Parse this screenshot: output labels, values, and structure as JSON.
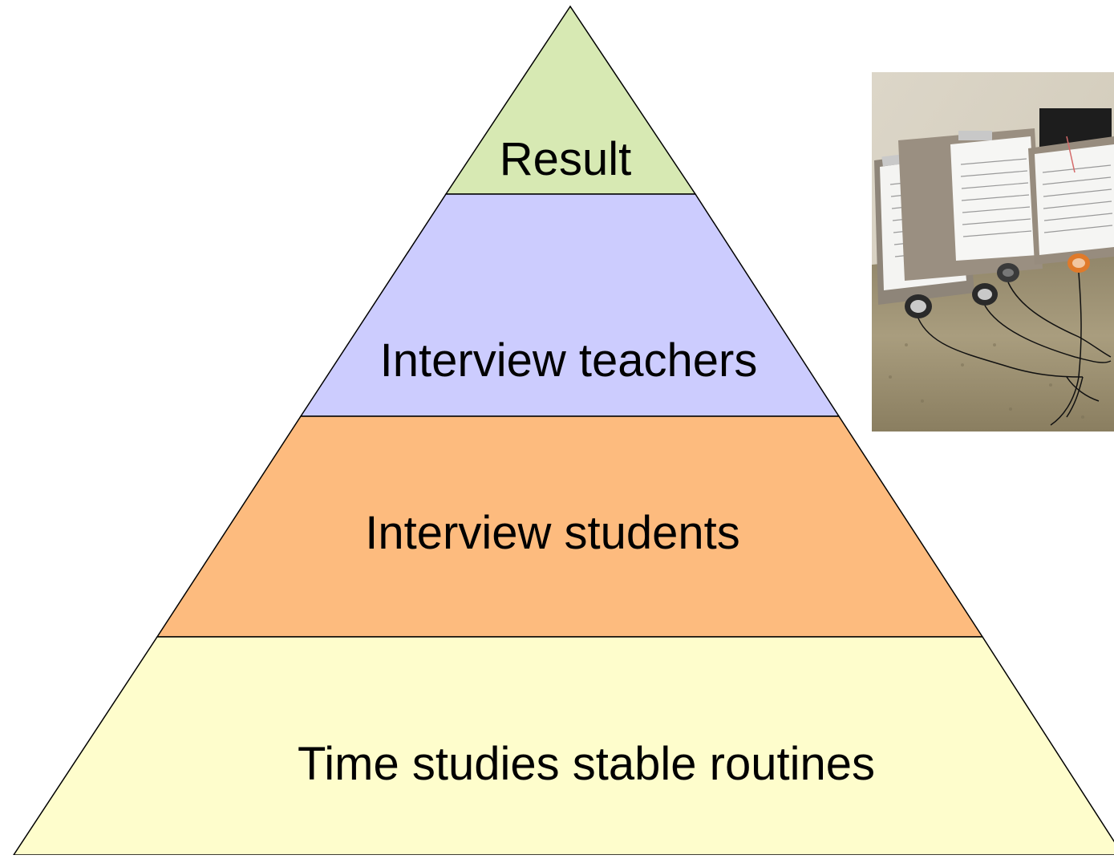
{
  "pyramid": {
    "levels": [
      {
        "id": "result",
        "label": "Result",
        "color": "#d7e9b3"
      },
      {
        "id": "interview-teachers",
        "label": "Interview teachers",
        "color": "#ccccfe"
      },
      {
        "id": "interview-students",
        "label": "Interview students",
        "color": "#fdbb7e"
      },
      {
        "id": "time-studies",
        "label": "Time studies stable routines",
        "color": "#fefdcc"
      }
    ],
    "outline_color": "#000000"
  },
  "photo": {
    "description_icon": "photo-clipboards-stopwatches"
  }
}
